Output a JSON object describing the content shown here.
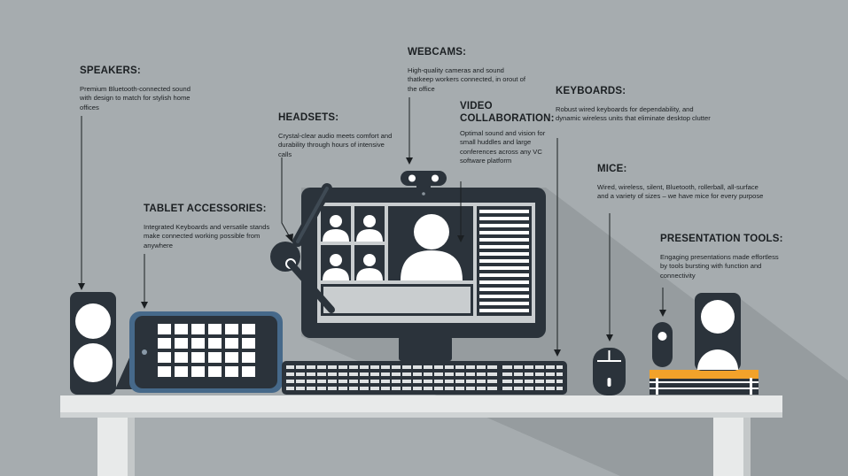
{
  "labels": {
    "speakers": {
      "title": "SPEAKERS:",
      "text": "Premium Bluetooth-connected sound with design to match for stylish home offices"
    },
    "webcams": {
      "title": "WEBCAMS:",
      "text": "High-quality cameras and sound thatkeep workers connected, in orout of the office"
    },
    "keyboards": {
      "title": "KEYBOARDS:",
      "text": "Robust wired keyboards for dependability, and dynamic wireless units that eliminate desktop clutter"
    },
    "headsets": {
      "title": "HEADSETS:",
      "text": "Crystal-clear audio meets comfort and durability through hours of intensive calls"
    },
    "video_collaboration": {
      "title": "VIDEO COLLABORATION:",
      "text": "Optimal sound and vision for small huddles and large conferences across any VC software platform"
    },
    "tablet_accessories": {
      "title": "TABLET ACCESSORIES:",
      "text": "Integrated Keyboards and versatile stands make connected working possible from anywhere"
    },
    "mice": {
      "title": "MICE:",
      "text": "Wired, wireless, silent, Bluetooth, rollerball, all-surface and a variety of sizes – we have mice for every purpose"
    },
    "presentation_tools": {
      "title": "PRESENTATION TOOLS:",
      "text": "Engaging presentations made effortless by tools bursting with function and connectivity"
    }
  },
  "colors": {
    "background": "#a6acaf",
    "dark": "#2b333b",
    "desk": "#e8eaea",
    "accent": "#f2a22a",
    "screen": "#c9cdcf"
  }
}
